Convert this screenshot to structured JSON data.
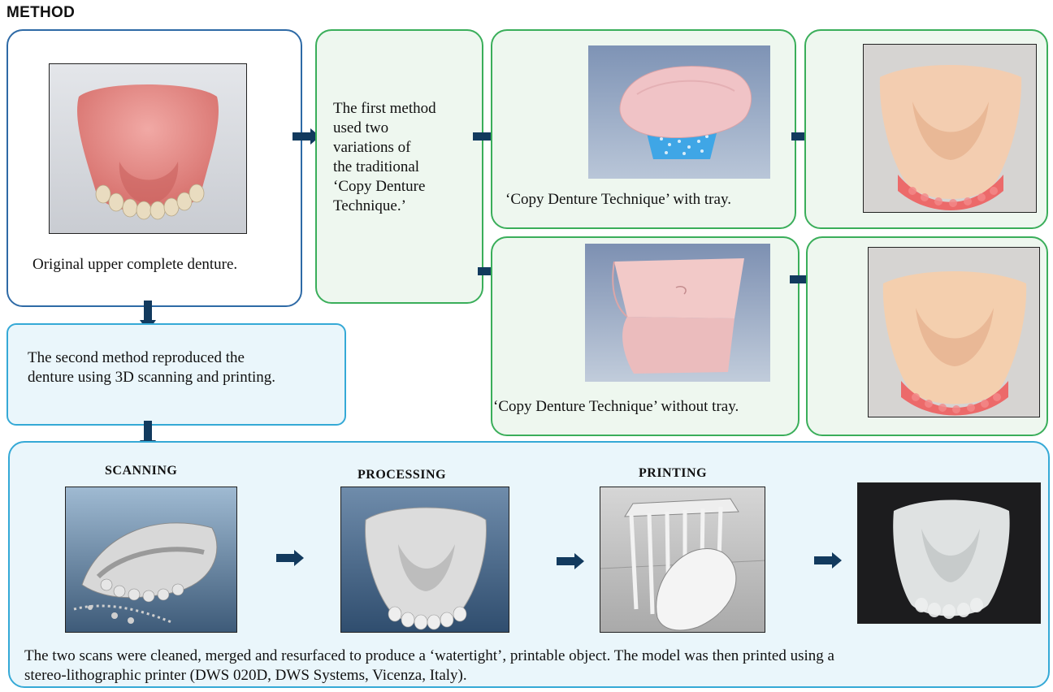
{
  "title": "METHOD",
  "original": {
    "caption": "Original upper complete denture."
  },
  "first_method": {
    "text": "The first method used two variations of the traditional ‘Copy Denture Technique.’",
    "lines": [
      "The first method",
      "used two",
      "variations of",
      "the traditional",
      "‘Copy Denture",
      "Technique.’"
    ]
  },
  "with_tray": {
    "caption": "‘Copy Denture Technique’ with tray."
  },
  "without_tray": {
    "caption": "‘Copy Denture Technique’ without tray."
  },
  "second_method": {
    "lines": [
      "The second method reproduced the",
      "denture using 3D scanning and printing."
    ]
  },
  "pipeline": {
    "steps": [
      "SCANNING",
      "PROCESSING",
      "PRINTING"
    ],
    "footer_lines": [
      "The two scans were cleaned, merged and resurfaced to produce a ‘watertight’, printable object. The model was then printed using a",
      "stereo-lithographic printer (DWS 020D, DWS Systems, Vicenza, Italy)."
    ]
  },
  "colors": {
    "blue_border": "#2e6aa6",
    "green_border": "#3aae5a",
    "cyan_border": "#35a9d6",
    "arrow": "#123a5e"
  }
}
